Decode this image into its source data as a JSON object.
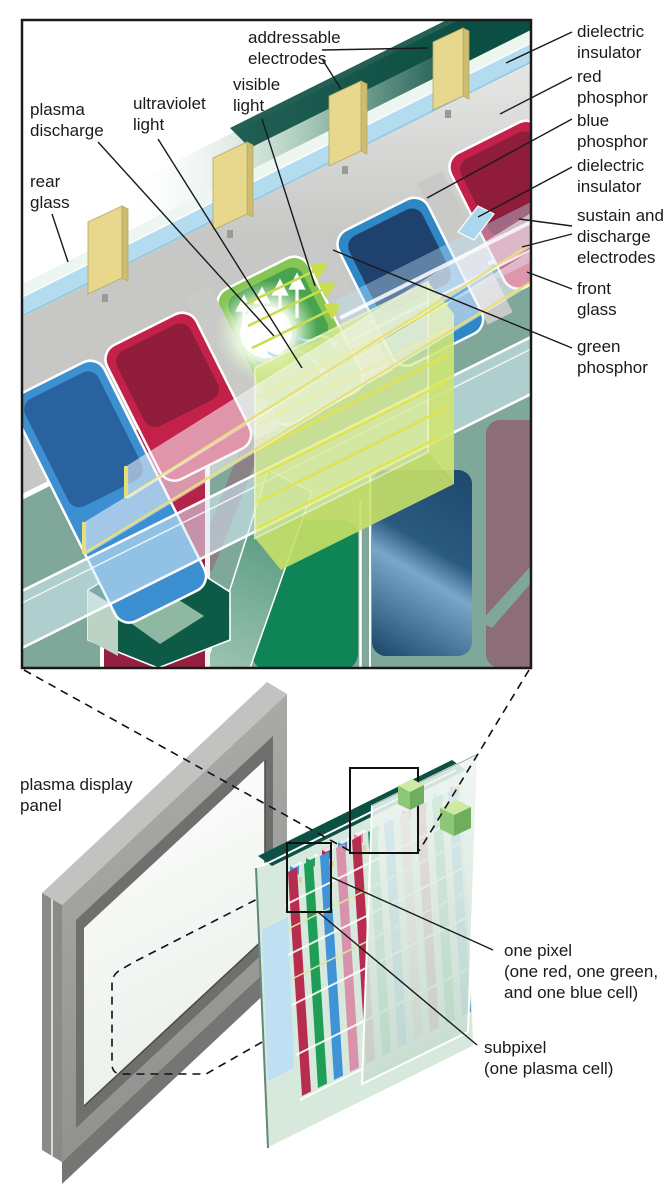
{
  "figure": {
    "subject": "plasma display panel cutaway diagram",
    "views": [
      "magnified cell structure (top box)",
      "full panel with exploded pixel layers (bottom)"
    ]
  },
  "labels": {
    "addressable_electrodes": [
      "addressable",
      "electrodes"
    ],
    "visible_light": [
      "visible",
      "light"
    ],
    "ultraviolet_light": [
      "ultraviolet",
      "light"
    ],
    "plasma_discharge": [
      "plasma",
      "discharge"
    ],
    "rear_glass": [
      "rear",
      "glass"
    ],
    "dielectric_insulator_top": [
      "dielectric",
      "insulator"
    ],
    "red_phosphor": [
      "red",
      "phosphor"
    ],
    "blue_phosphor": [
      "blue",
      "phosphor"
    ],
    "dielectric_insulator_mid": [
      "dielectric",
      "insulator"
    ],
    "sustain_discharge_electrodes": [
      "sustain and",
      "discharge",
      "electrodes"
    ],
    "front_glass": [
      "front",
      "glass"
    ],
    "green_phosphor": [
      "green",
      "phosphor"
    ],
    "plasma_display_panel": [
      "plasma display",
      "panel"
    ],
    "one_pixel": [
      "one pixel",
      "(one red, one green,",
      "and one blue cell)"
    ],
    "subpixel": [
      "subpixel",
      "(one plasma cell)"
    ]
  },
  "colors": {
    "red_phosphor": "#c4214a",
    "red_phosphor_dark": "#8e1c3a",
    "blue_phosphor": "#2f87c6",
    "blue_phosphor_dark": "#1f416e",
    "green_phosphor": "#86c554",
    "green_phosphor_dark": "#47a34f",
    "electrode_yellow": "#e7d88e",
    "rear_glass_teal": "#0b4e42",
    "dielectric_blue": "#b3dcf0",
    "barrier_gray": "#cfcfcd",
    "cell_box_yellow_green": "#dcee96",
    "frame_gray": "#9a9a98",
    "text": "#1a1a1a"
  }
}
